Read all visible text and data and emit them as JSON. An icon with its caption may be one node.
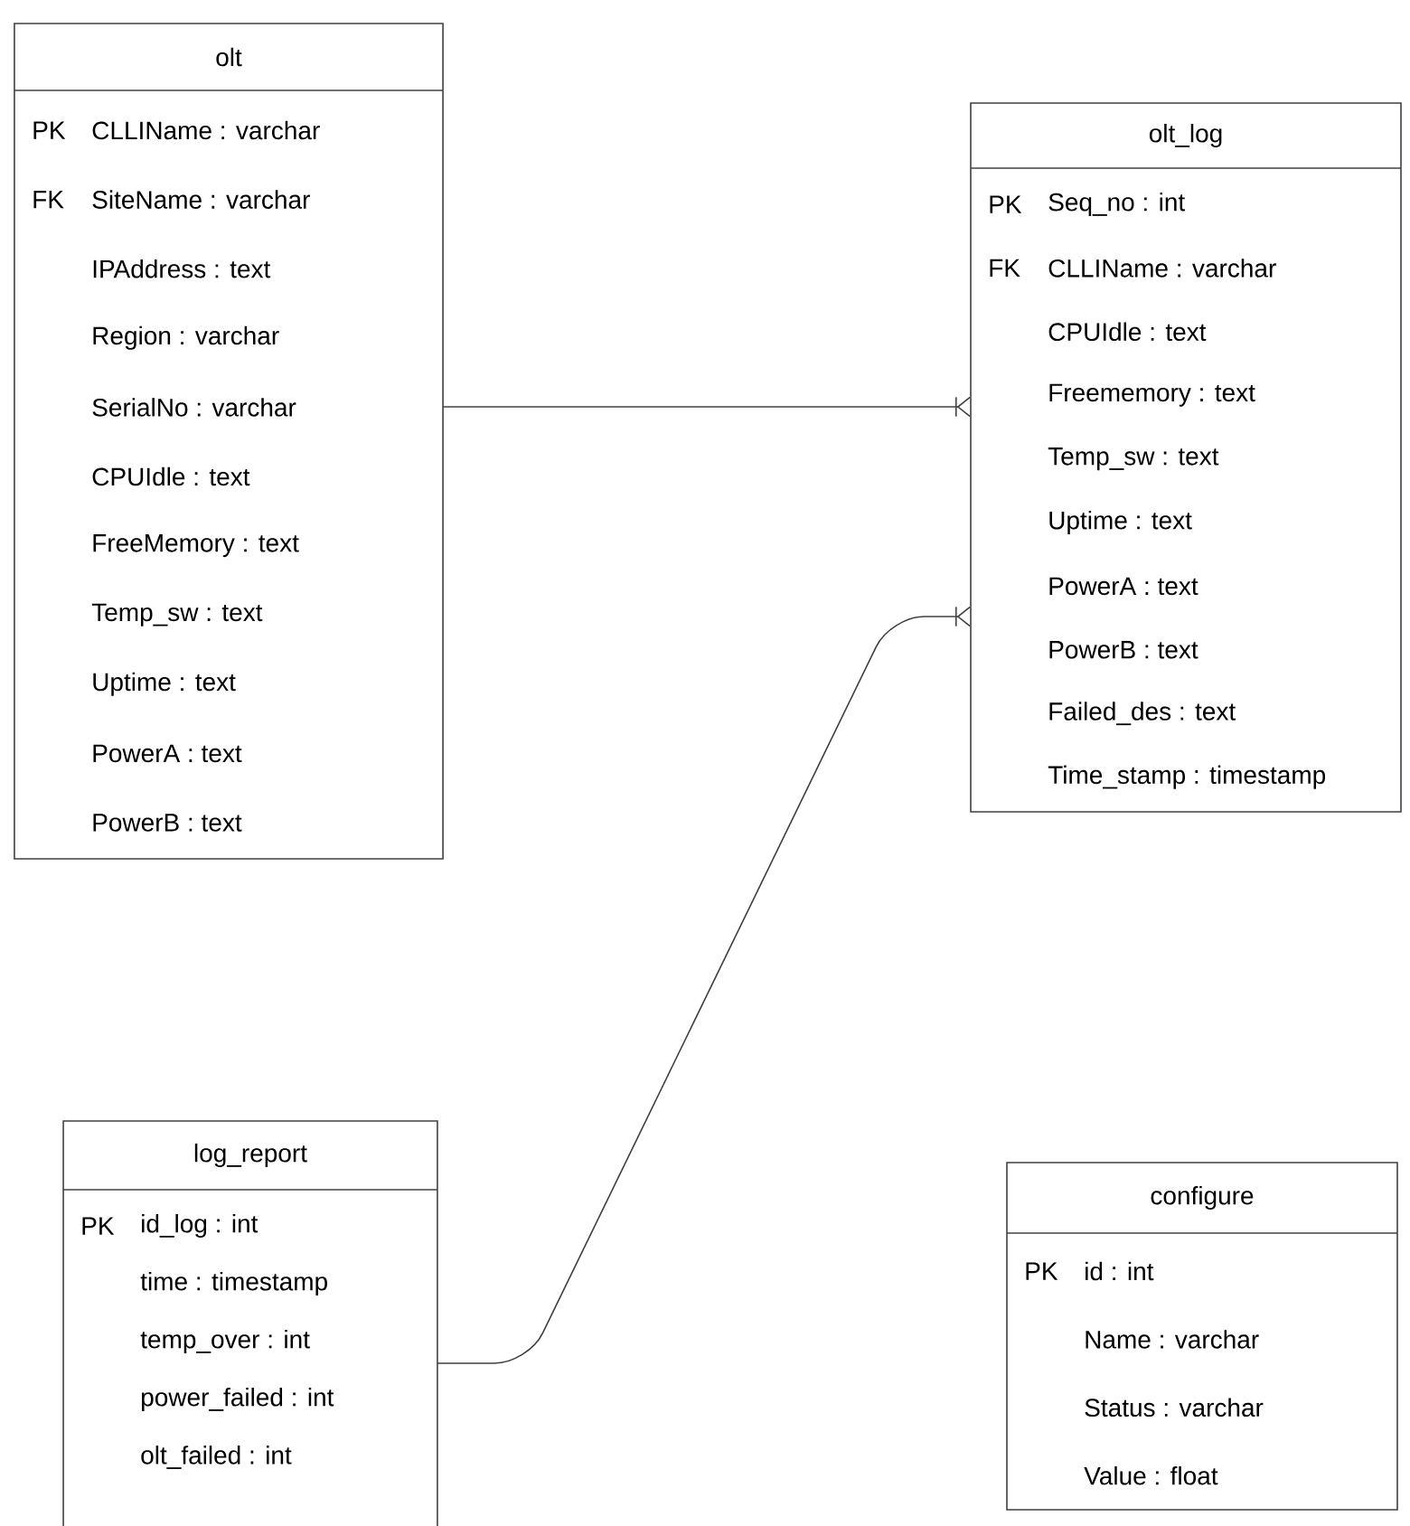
{
  "diagram": {
    "nodes": [
      {
        "text": [
          "olt"
        ]
      },
      {
        "text": [
          "PK",
          "CLLIName : varchar"
        ],
        "in": 0
      },
      {
        "text": [
          "FK",
          "SiteName : varchar"
        ],
        "in": 0
      },
      {
        "text": [
          "IPAddress : text"
        ],
        "in": 0
      },
      {
        "text": [
          "Region : varchar"
        ],
        "in": 0
      },
      {
        "text": [
          "SerialNo : varchar"
        ],
        "in": 0
      },
      {
        "text": [
          "CPUIdle : text"
        ],
        "in": 0
      },
      {
        "text": [
          "FreeMemory : text"
        ],
        "in": 0
      },
      {
        "text": [
          "Temp_sw : text"
        ],
        "in": 0
      },
      {
        "text": [
          "Uptime : text"
        ],
        "in": 0
      },
      {
        "text": [
          "PowerA : text"
        ],
        "in": 0
      },
      {
        "text": [
          "PowerB : text"
        ],
        "in": 0
      },
      {
        "text": [
          "olt_log"
        ]
      },
      {
        "text": [
          "PK",
          "Seq_no : int"
        ],
        "in": 12
      },
      {
        "text": [
          "FK",
          "CLLIName : varchar"
        ],
        "in": 12
      },
      {
        "text": [
          "CPUIdle : text"
        ],
        "in": 12
      },
      {
        "text": [
          "Freememory : text"
        ],
        "in": 12
      },
      {
        "text": [
          "Temp_sw : text"
        ],
        "in": 12
      },
      {
        "text": [
          "Uptime : text"
        ],
        "in": 12
      },
      {
        "text": [
          "PowerA : text"
        ],
        "in": 12
      },
      {
        "text": [
          "PowerB : text"
        ],
        "in": 12
      },
      {
        "text": [
          "Failed_des : text"
        ],
        "in": 12
      },
      {
        "text": [
          "Time_stamp : timestamp"
        ],
        "in": 12
      },
      {
        "text": [
          "log_report"
        ]
      },
      {
        "text": [
          "PK",
          "id_log : int"
        ],
        "in": 23
      },
      {
        "text": [
          "time : timestamp"
        ],
        "in": 23
      },
      {
        "text": [
          "temp_over : int"
        ],
        "in": 23
      },
      {
        "text": [
          "power_failed : int"
        ],
        "in": 23
      },
      {
        "text": [
          "olt_failed : int"
        ],
        "in": 23
      },
      {
        "text": [
          "configure"
        ]
      },
      {
        "text": [
          "PK",
          "id : int"
        ],
        "in": 29
      },
      {
        "text": [
          "Name : varchar"
        ],
        "in": 29
      },
      {
        "text": [
          "Status : varchar"
        ],
        "in": 29
      },
      {
        "text": [
          "Value : float"
        ],
        "in": 29
      }
    ],
    "edges": [
      {
        "from": 0,
        "to": 12,
        "arrow": "other"
      },
      {
        "from": 23,
        "to": 12,
        "arrow": "other"
      }
    ]
  }
}
